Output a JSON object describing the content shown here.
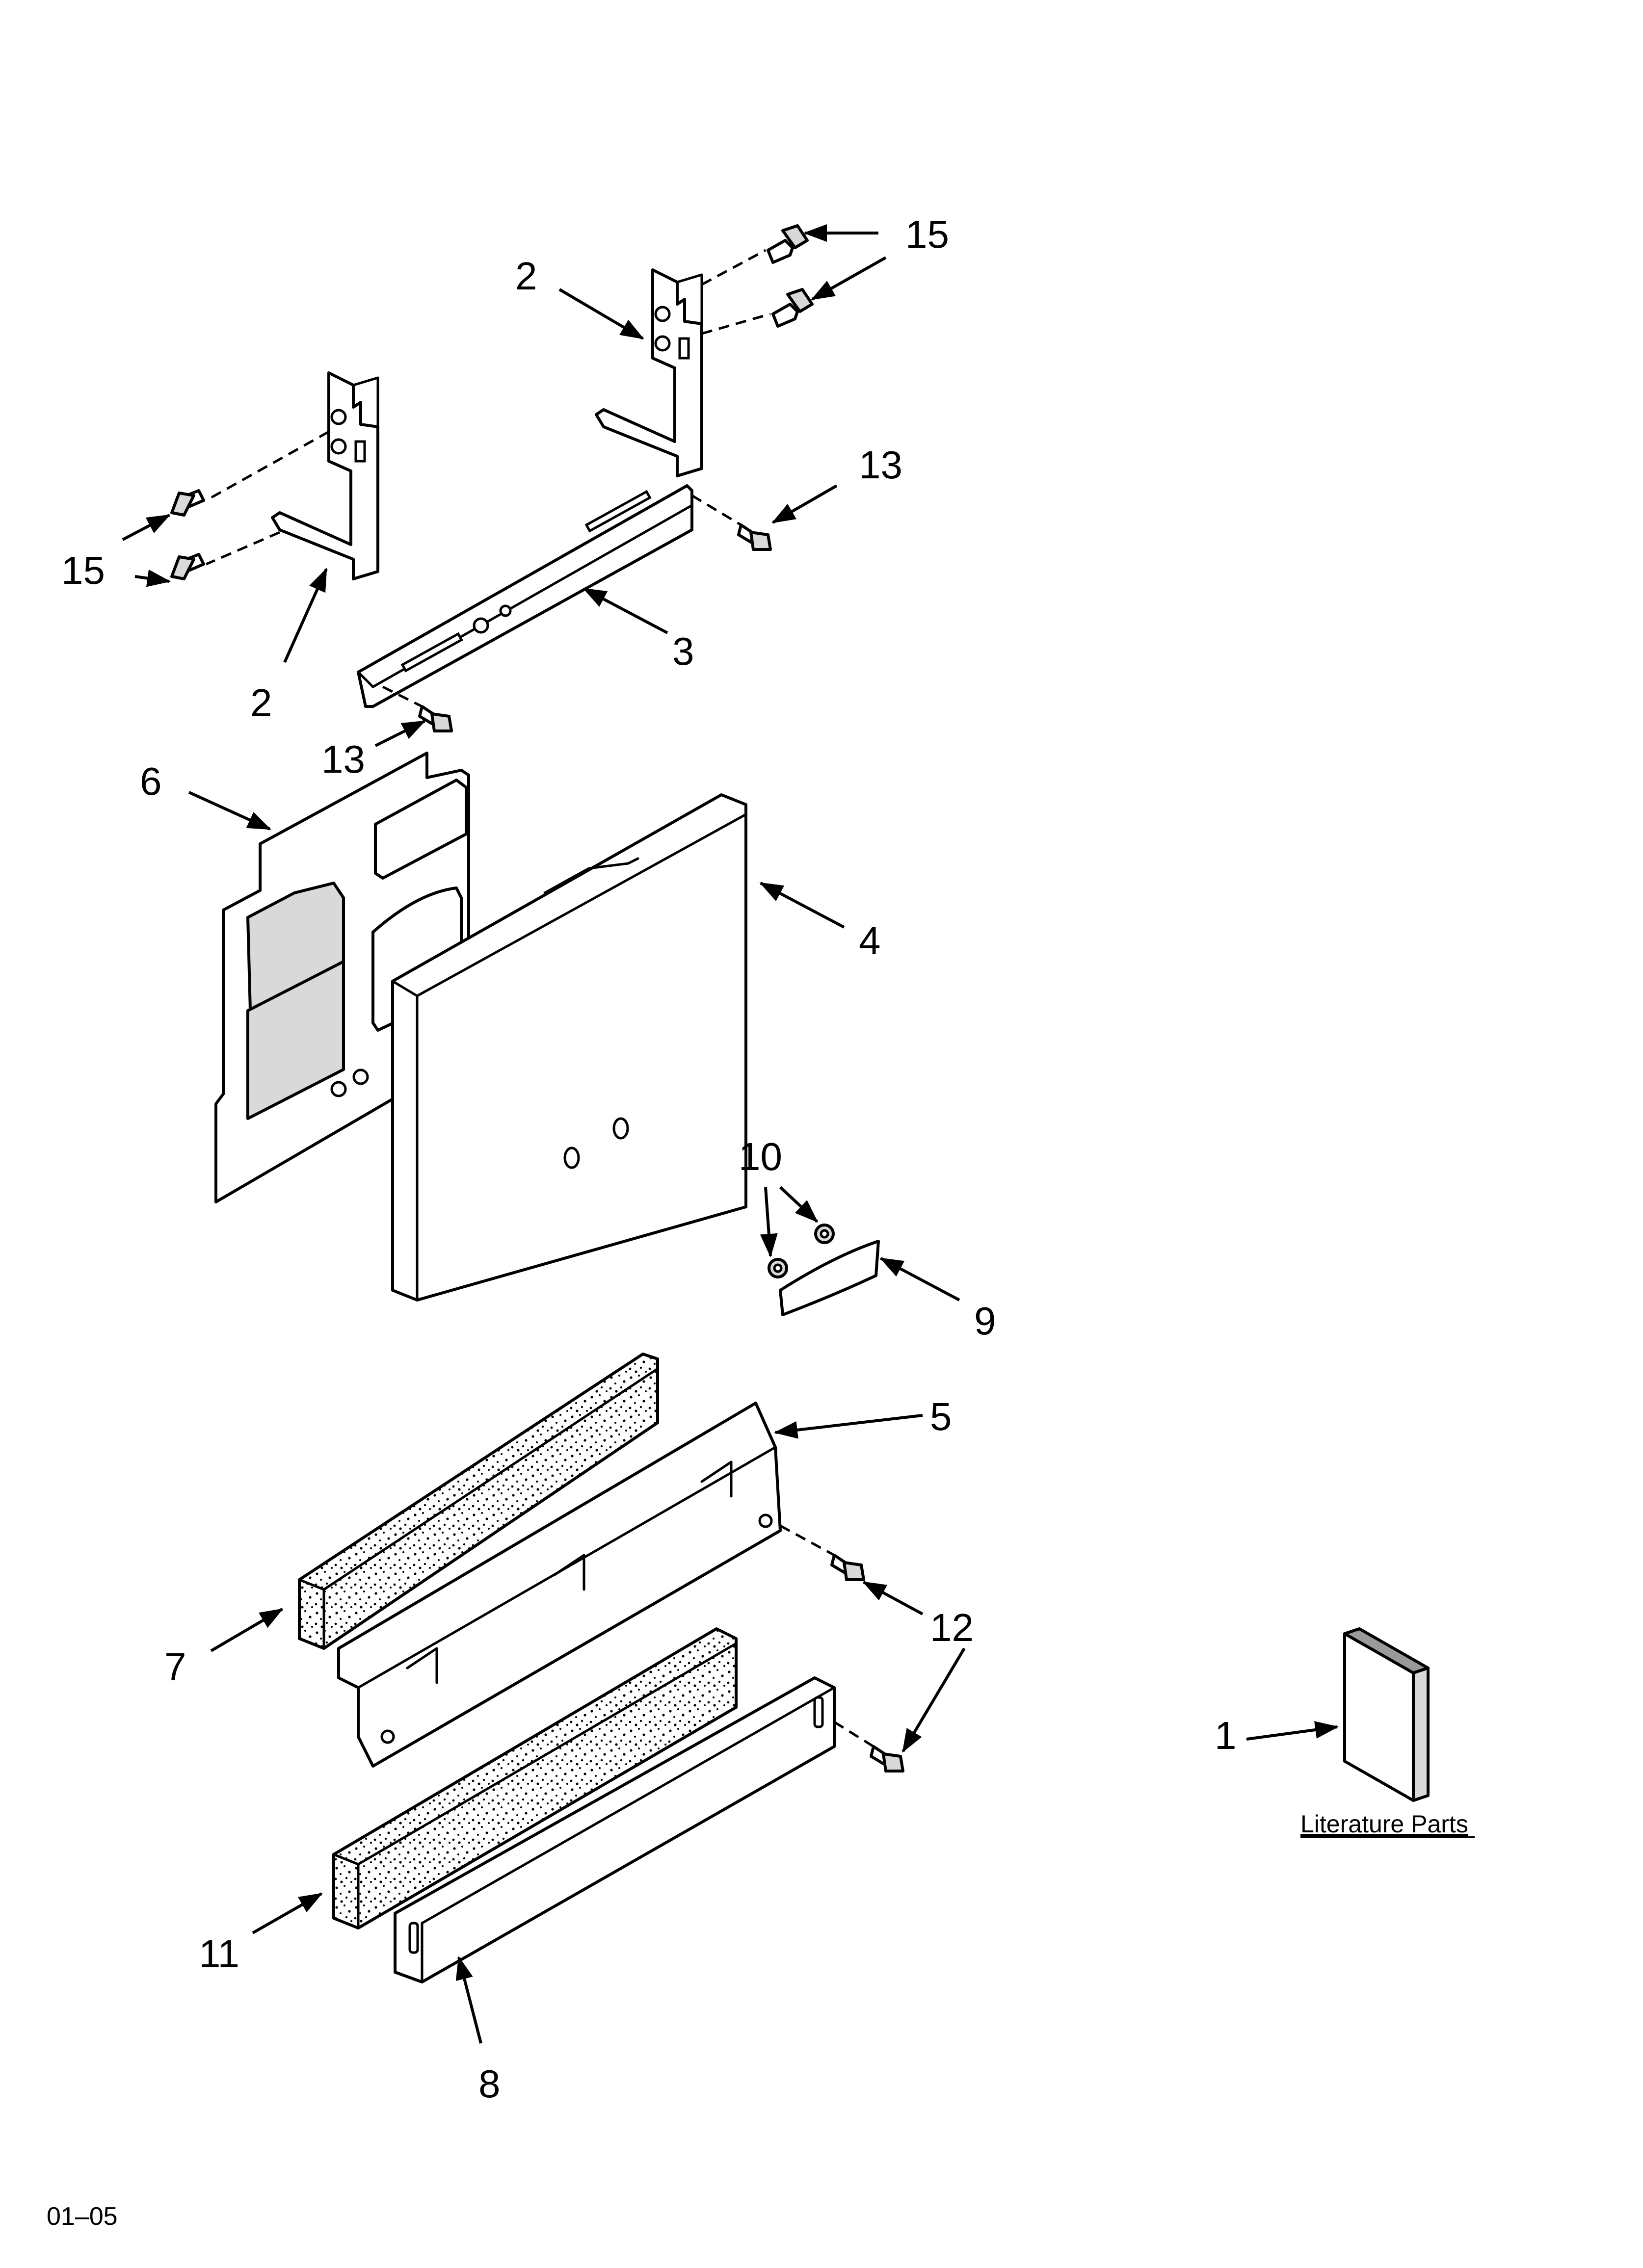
{
  "diagram": {
    "page_code": "01–05",
    "literature_label": "Literature Parts",
    "callouts": {
      "c15_top": "15",
      "c2_top": "2",
      "c13_right": "13",
      "c15_left": "15",
      "c2_left": "2",
      "c3": "3",
      "c13_left": "13",
      "c6": "6",
      "c4": "4",
      "c10": "10",
      "c9": "9",
      "c5": "5",
      "c12": "12",
      "c7": "7",
      "c1": "1",
      "c11": "11",
      "c8": "8"
    }
  }
}
